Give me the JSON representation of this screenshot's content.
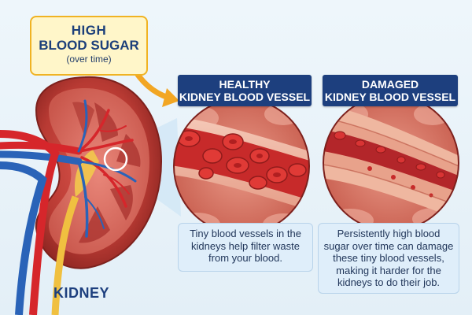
{
  "callout": {
    "line1": "HIGH",
    "line2": "BLOOD SUGAR",
    "line3": "(over time)"
  },
  "panels": {
    "healthy": {
      "title_line1": "HEALTHY",
      "title_line2": "KIDNEY BLOOD VESSEL",
      "caption": "Tiny blood vessels in the kidneys help filter waste from your blood."
    },
    "damaged": {
      "title_line1": "DAMAGED",
      "title_line2": "KIDNEY BLOOD VESSEL",
      "caption": "Persistently high blood sugar over time can damage these tiny blood vessels, making it harder for the kidneys to do their job."
    }
  },
  "kidney_label": "KIDNEY",
  "colors": {
    "header_bg": "#1d3f7e",
    "callout_border": "#f0b323",
    "arrow": "#f2a623",
    "artery": "#d6262b",
    "vein": "#2a63b8",
    "ureter": "#f0c040"
  }
}
